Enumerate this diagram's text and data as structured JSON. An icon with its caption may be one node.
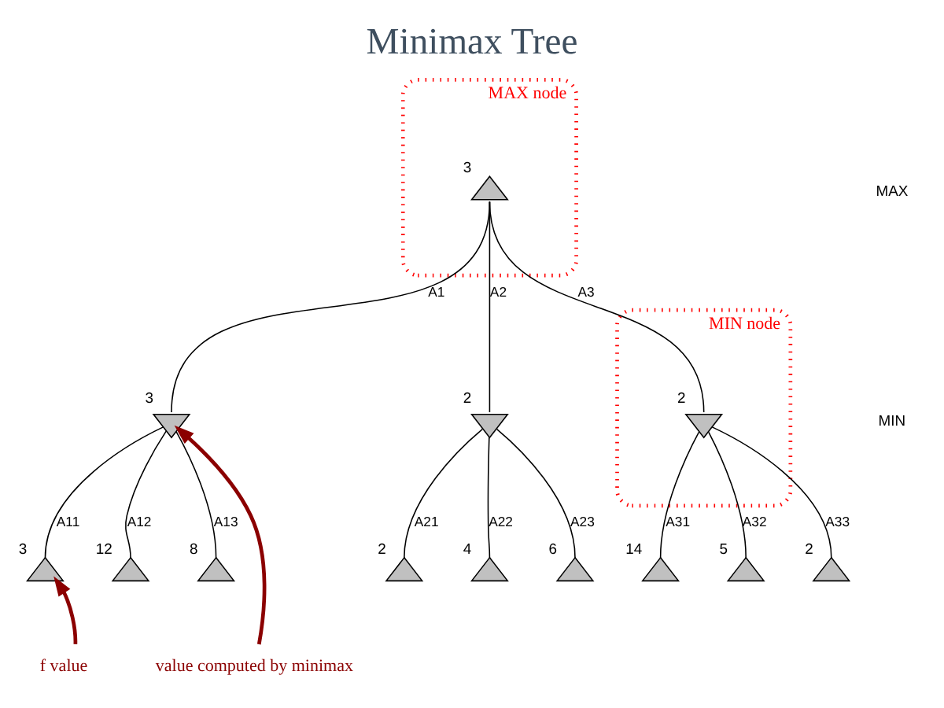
{
  "diagram": {
    "title": "Minimax Tree",
    "nodes": [
      {
        "text": [
          "MAX node"
        ]
      },
      {
        "text": [],
        "shape": "triangle",
        "in": 0,
        "beside": [
          "3"
        ]
      },
      {
        "text": [],
        "shape": "triangle",
        "beside": [
          "3"
        ]
      },
      {
        "text": [],
        "shape": "triangle",
        "beside": [
          "2"
        ]
      },
      {
        "text": [
          "MIN node"
        ]
      },
      {
        "text": [],
        "shape": "triangle",
        "in": 4,
        "beside": [
          "2"
        ]
      },
      {
        "text": [],
        "shape": "triangle",
        "beside": [
          "3"
        ]
      },
      {
        "text": [],
        "shape": "triangle",
        "beside": [
          "12"
        ]
      },
      {
        "text": [],
        "shape": "triangle",
        "beside": [
          "8"
        ]
      },
      {
        "text": [],
        "shape": "triangle",
        "beside": [
          "2"
        ]
      },
      {
        "text": [],
        "shape": "triangle",
        "beside": [
          "4"
        ]
      },
      {
        "text": [],
        "shape": "triangle",
        "beside": [
          "6"
        ]
      },
      {
        "text": [],
        "shape": "triangle",
        "beside": [
          "14"
        ]
      },
      {
        "text": [],
        "shape": "triangle",
        "beside": [
          "5"
        ]
      },
      {
        "text": [],
        "shape": "triangle",
        "beside": [
          "2"
        ]
      },
      {
        "text": [
          "value computed by minimax"
        ]
      },
      {
        "text": [
          "f value"
        ]
      }
    ],
    "edges": [
      {
        "from": 1,
        "to": 2,
        "arrow": "none",
        "label": "A1"
      },
      {
        "from": 1,
        "to": 3,
        "arrow": "none",
        "label": "A2"
      },
      {
        "from": 1,
        "to": 5,
        "arrow": "none",
        "label": "A3"
      },
      {
        "from": 2,
        "to": 6,
        "arrow": "none",
        "label": "A11"
      },
      {
        "from": 2,
        "to": 7,
        "arrow": "none",
        "label": "A12"
      },
      {
        "from": 2,
        "to": 8,
        "arrow": "none",
        "label": "A13"
      },
      {
        "from": 3,
        "to": 9,
        "arrow": "none",
        "label": "A21"
      },
      {
        "from": 3,
        "to": 10,
        "arrow": "none",
        "label": "A22"
      },
      {
        "from": 3,
        "to": 11,
        "arrow": "none",
        "label": "A23"
      },
      {
        "from": 5,
        "to": 12,
        "arrow": "none",
        "label": "A31"
      },
      {
        "from": 5,
        "to": 13,
        "arrow": "none",
        "label": "A32"
      },
      {
        "from": 5,
        "to": 14,
        "arrow": "none",
        "label": "A33"
      },
      {
        "from": 15,
        "to": 2,
        "arrow": "to",
        "style": "thick",
        "color": "#8b0000"
      },
      {
        "from": 16,
        "to": 6,
        "arrow": "to",
        "style": "thick",
        "color": "#8b0000"
      }
    ],
    "labels": [
      "MAX",
      "MIN"
    ]
  }
}
